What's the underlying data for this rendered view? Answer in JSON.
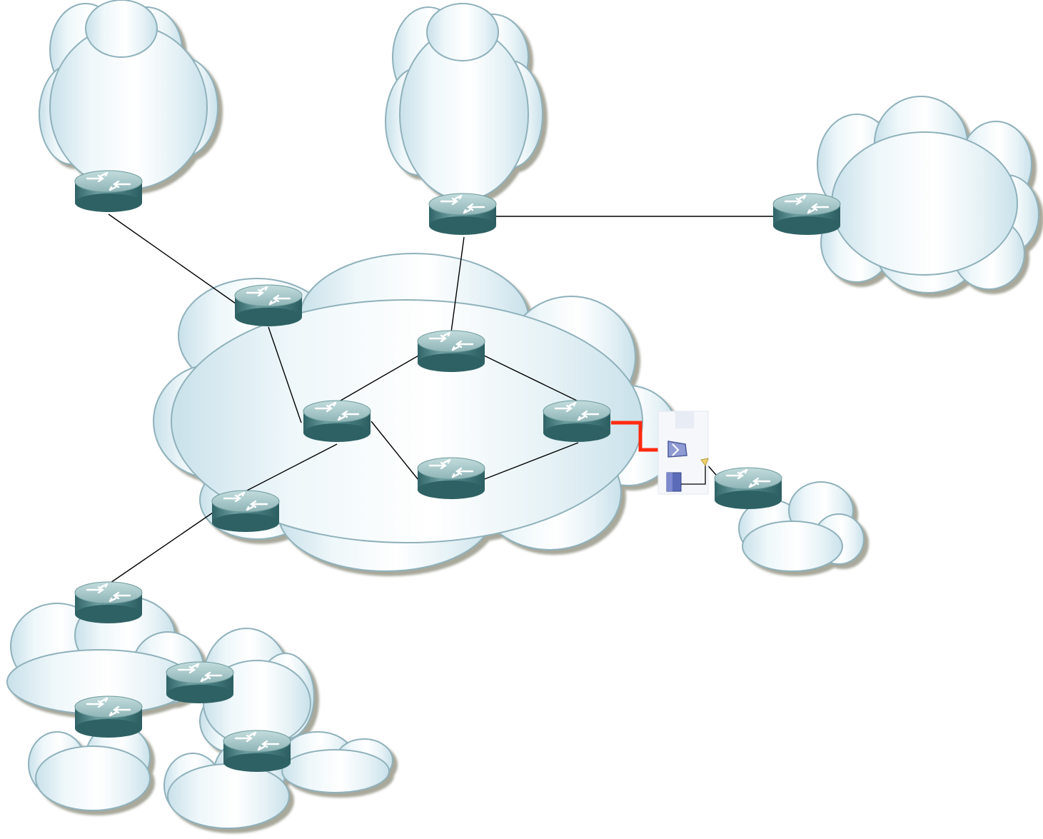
{
  "diagram": {
    "clouds": [
      {
        "id": "cloud-top-left"
      },
      {
        "id": "cloud-top-center"
      },
      {
        "id": "cloud-right"
      },
      {
        "id": "cloud-core"
      },
      {
        "id": "cloud-small-right"
      },
      {
        "id": "cloud-bottom-left-a"
      },
      {
        "id": "cloud-bottom-left-b"
      },
      {
        "id": "cloud-bottom-left-c"
      },
      {
        "id": "cloud-bottom-left-d"
      },
      {
        "id": "cloud-bottom-left-e"
      }
    ],
    "routers": [
      {
        "id": "r-top-left",
        "icon": "router-icon"
      },
      {
        "id": "r-top-center",
        "icon": "router-icon"
      },
      {
        "id": "r-right",
        "icon": "router-icon"
      },
      {
        "id": "r-core-nw",
        "icon": "router-icon"
      },
      {
        "id": "r-core-top",
        "icon": "router-icon"
      },
      {
        "id": "r-core-mid",
        "icon": "router-icon"
      },
      {
        "id": "r-core-east",
        "icon": "router-icon"
      },
      {
        "id": "r-core-south",
        "icon": "router-icon"
      },
      {
        "id": "r-core-sw",
        "icon": "router-icon"
      },
      {
        "id": "r-edge-right",
        "icon": "router-icon"
      },
      {
        "id": "r-bl-1",
        "icon": "router-icon"
      },
      {
        "id": "r-bl-2",
        "icon": "router-icon"
      },
      {
        "id": "r-bl-3",
        "icon": "router-icon"
      },
      {
        "id": "r-bl-4",
        "icon": "router-icon"
      }
    ],
    "devices": [
      {
        "id": "firewall-server",
        "icon": "firewall-server-icon"
      }
    ],
    "links": [
      {
        "from": "r-top-left",
        "to": "r-core-nw"
      },
      {
        "from": "r-top-center",
        "to": "r-right"
      },
      {
        "from": "r-top-center",
        "to": "r-core-top"
      },
      {
        "from": "r-core-nw",
        "to": "r-core-mid"
      },
      {
        "from": "r-core-top",
        "to": "r-core-mid"
      },
      {
        "from": "r-core-top",
        "to": "r-core-east"
      },
      {
        "from": "r-core-mid",
        "to": "r-core-south"
      },
      {
        "from": "r-core-south",
        "to": "r-core-east"
      },
      {
        "from": "r-core-mid",
        "to": "r-core-sw"
      },
      {
        "from": "r-core-sw",
        "to": "r-bl-1"
      },
      {
        "from": "r-core-east",
        "to": "firewall-server",
        "style": "serial"
      },
      {
        "from": "firewall-server",
        "to": "r-edge-right"
      }
    ],
    "colors": {
      "cloud_fill": "#dceef5",
      "cloud_edge": "#7fa3ae",
      "router_top": "#a9c7c9",
      "router_side": "#3d7275",
      "serial_link": "#ff2a10"
    }
  }
}
